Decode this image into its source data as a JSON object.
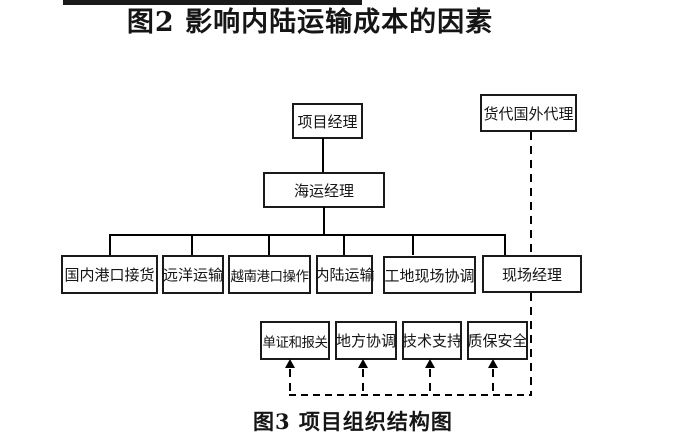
{
  "document": {
    "figure2_caption": "图2  影响内陆运输成本的因素",
    "figure3_caption": "图3  项目组织结构图"
  },
  "colors": {
    "line": "#000000",
    "box_border": "#1a1a1a",
    "text": "#151515",
    "background": "#ffffff"
  },
  "org_chart": {
    "nodes": {
      "project_manager": "项目经理",
      "freight_foreign_agent": "货代国外代理",
      "shipping_manager": "海运经理",
      "domestic_port_pickup": "国内港口接货",
      "ocean_transport": "远洋运输",
      "vietnam_port_operations": "越南港口操作",
      "inland_transport": "内陆运输",
      "site_field_coordination": "工地现场协调",
      "site_manager": "现场经理",
      "documentation_customs": "单证和报关",
      "local_coordination": "地方协调",
      "technical_support": "技术支持",
      "qa_safety": "质保安全"
    }
  }
}
